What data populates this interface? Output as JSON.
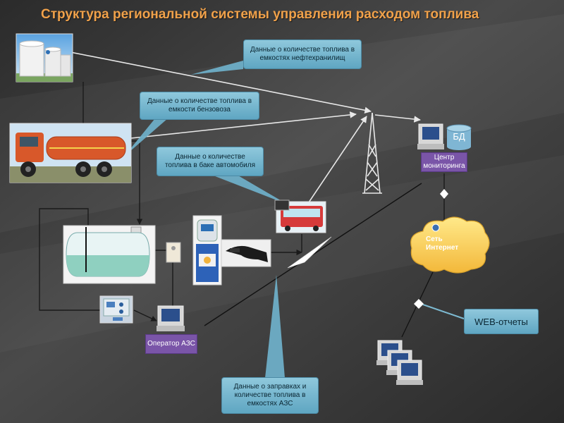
{
  "title": "Структура региональной системы управления расходом топлива",
  "callouts": {
    "oil_storage": "Данные о количестве топлива в емкостях нефтехранилищ",
    "tanker_truck": "Данные о количестве топлива в емкости бензовоза",
    "vehicle_tank": "Данные о количестве топлива в баке автомобиля",
    "station_refuel": "Данные о заправках и количестве топлива в емкостях АЗС"
  },
  "labels": {
    "monitoring_center": "Центр мониторинга",
    "station_operator": "Оператор АЗС",
    "internet": "Сеть Интернет",
    "database": "БД",
    "web_reports": "WEB-отчеты"
  },
  "colors": {
    "title": "#f0a14a",
    "callout": "#7dbad2",
    "label_box": "#7a55a8",
    "truck_body": "#d8582a",
    "bus": "#d63a3a",
    "tank_liquid": "#8fd0c0"
  },
  "icons": {
    "oil_tanks": "storage-tanks-icon",
    "truck": "fuel-truck-icon",
    "bus": "bus-icon",
    "tower": "radio-tower-icon",
    "station_tank": "underground-tank-icon",
    "fuel_dispenser": "fuel-dispenser-icon",
    "nozzle": "fuel-nozzle-icon",
    "controller": "controller-panel-icon",
    "computer": "computer-icon",
    "cloud": "cloud-icon"
  }
}
